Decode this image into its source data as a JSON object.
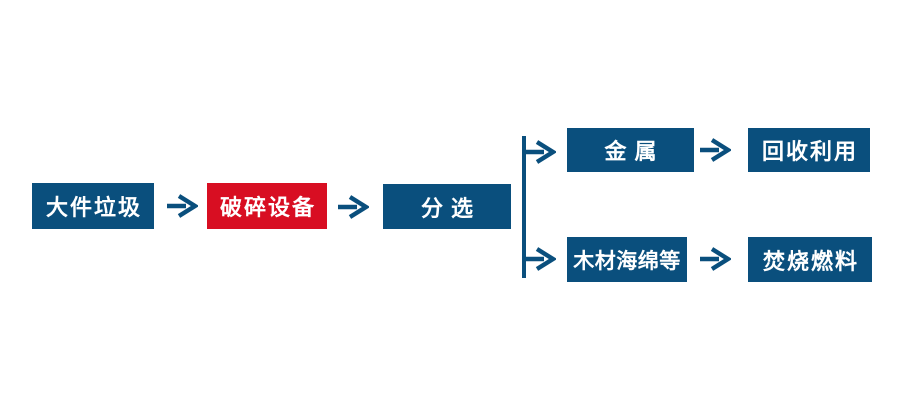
{
  "colors": {
    "primary_blue": "#0A4F7D",
    "accent_red": "#D80E22",
    "node_text": "#FFFFFF",
    "background": "#FFFFFF"
  },
  "nodes": {
    "bulky_waste": {
      "label": "大件垃圾"
    },
    "crushing_equipment": {
      "label": "破碎设备"
    },
    "sorting": {
      "label": "分选"
    },
    "metal": {
      "label": "金属"
    },
    "recycling": {
      "label": "回收利用"
    },
    "wood_sponge": {
      "label": "木材海绵等"
    },
    "incineration_fuel": {
      "label": "焚烧燃料"
    }
  },
  "edges": [
    {
      "from": "bulky_waste",
      "to": "crushing_equipment"
    },
    {
      "from": "crushing_equipment",
      "to": "sorting"
    },
    {
      "from": "sorting",
      "to": "metal"
    },
    {
      "from": "sorting",
      "to": "wood_sponge"
    },
    {
      "from": "metal",
      "to": "recycling"
    },
    {
      "from": "wood_sponge",
      "to": "incineration_fuel"
    }
  ],
  "icons": {
    "connector_arrow": "arrow-right-icon",
    "branch_connector": "branch-line"
  }
}
